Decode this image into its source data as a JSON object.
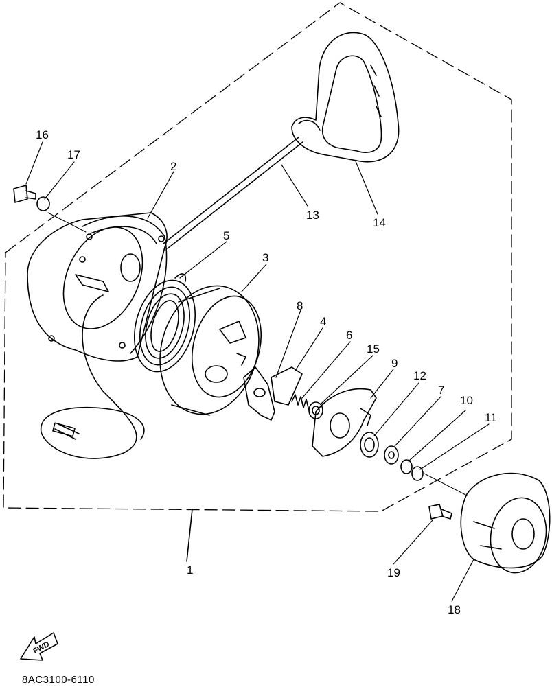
{
  "diagram": {
    "part_code": "8AC3100-6110",
    "fwd_label": "FWD",
    "callouts": [
      "1",
      "2",
      "3",
      "4",
      "5",
      "6",
      "7",
      "8",
      "9",
      "10",
      "11",
      "12",
      "13",
      "14",
      "15",
      "16",
      "17",
      "18",
      "19"
    ]
  },
  "colors": {
    "ink": "#000000",
    "paper": "#ffffff"
  }
}
